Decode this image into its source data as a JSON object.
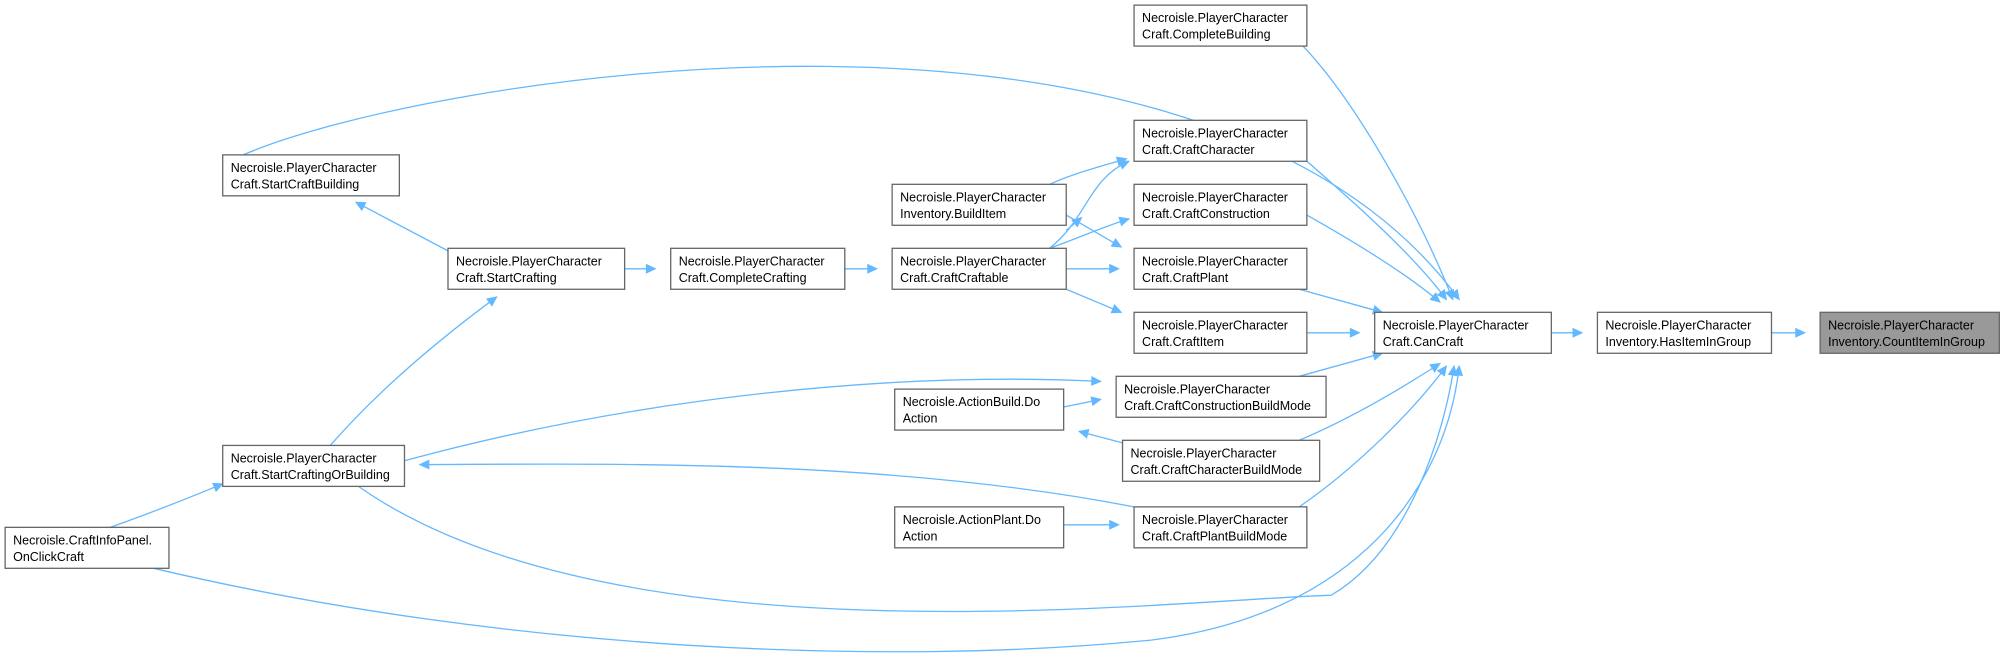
{
  "graph": {
    "nodes": [
      {
        "id": "count",
        "lines": [
          "Necroisle.PlayerCharacter",
          "Inventory.CountItemInGroup"
        ],
        "focus": true
      },
      {
        "id": "hasitem",
        "lines": [
          "Necroisle.PlayerCharacter",
          "Inventory.HasItemInGroup"
        ]
      },
      {
        "id": "cancraft",
        "lines": [
          "Necroisle.PlayerCharacter",
          "Craft.CanCraft"
        ]
      },
      {
        "id": "completebuilding",
        "lines": [
          "Necroisle.PlayerCharacter",
          "Craft.CompleteBuilding"
        ]
      },
      {
        "id": "craftcharacter",
        "lines": [
          "Necroisle.PlayerCharacter",
          "Craft.CraftCharacter"
        ]
      },
      {
        "id": "craftconstruction",
        "lines": [
          "Necroisle.PlayerCharacter",
          "Craft.CraftConstruction"
        ]
      },
      {
        "id": "craftplant",
        "lines": [
          "Necroisle.PlayerCharacter",
          "Craft.CraftPlant"
        ]
      },
      {
        "id": "craftitem",
        "lines": [
          "Necroisle.PlayerCharacter",
          "Craft.CraftItem"
        ]
      },
      {
        "id": "constructionbm",
        "lines": [
          "Necroisle.PlayerCharacter",
          "Craft.CraftConstructionBuildMode"
        ]
      },
      {
        "id": "characterbm",
        "lines": [
          "Necroisle.PlayerCharacter",
          "Craft.CraftCharacterBuildMode"
        ]
      },
      {
        "id": "plantbm",
        "lines": [
          "Necroisle.PlayerCharacter",
          "Craft.CraftPlantBuildMode"
        ]
      },
      {
        "id": "builditem",
        "lines": [
          "Necroisle.PlayerCharacter",
          "Inventory.BuildItem"
        ]
      },
      {
        "id": "craftcraftable",
        "lines": [
          "Necroisle.PlayerCharacter",
          "Craft.CraftCraftable"
        ]
      },
      {
        "id": "actionbuild",
        "lines": [
          "Necroisle.ActionBuild.Do",
          "Action"
        ]
      },
      {
        "id": "actionplant",
        "lines": [
          "Necroisle.ActionPlant.Do",
          "Action"
        ]
      },
      {
        "id": "completecrafting",
        "lines": [
          "Necroisle.PlayerCharacter",
          "Craft.CompleteCrafting"
        ]
      },
      {
        "id": "startcrafting",
        "lines": [
          "Necroisle.PlayerCharacter",
          "Craft.StartCrafting"
        ]
      },
      {
        "id": "startcraftbuilding",
        "lines": [
          "Necroisle.PlayerCharacter",
          "Craft.StartCraftBuilding"
        ]
      },
      {
        "id": "startcraftingorbuilding",
        "lines": [
          "Necroisle.PlayerCharacter",
          "Craft.StartCraftingOrBuilding"
        ]
      },
      {
        "id": "craftinfopanel",
        "lines": [
          "Necroisle.CraftInfoPanel.",
          "OnClickCraft"
        ]
      }
    ],
    "edges": [
      {
        "from": "hasitem",
        "to": "count"
      },
      {
        "from": "cancraft",
        "to": "hasitem"
      },
      {
        "from": "completebuilding",
        "to": "cancraft"
      },
      {
        "from": "craftcharacter",
        "to": "cancraft"
      },
      {
        "from": "craftconstruction",
        "to": "cancraft"
      },
      {
        "from": "craftplant",
        "to": "cancraft"
      },
      {
        "from": "craftitem",
        "to": "cancraft"
      },
      {
        "from": "constructionbm",
        "to": "cancraft"
      },
      {
        "from": "characterbm",
        "to": "cancraft"
      },
      {
        "from": "plantbm",
        "to": "cancraft"
      },
      {
        "from": "startcraftbuilding",
        "to": "cancraft"
      },
      {
        "from": "startcraftingorbuilding",
        "to": "cancraft"
      },
      {
        "from": "craftinfopanel",
        "to": "cancraft"
      },
      {
        "from": "builditem",
        "to": "craftcharacter"
      },
      {
        "from": "builditem",
        "to": "craftplant"
      },
      {
        "from": "craftcraftable",
        "to": "craftcharacter"
      },
      {
        "from": "craftcraftable",
        "to": "craftconstruction"
      },
      {
        "from": "craftcraftable",
        "to": "craftplant"
      },
      {
        "from": "craftcraftable",
        "to": "craftitem"
      },
      {
        "from": "craftcraftable",
        "to": "builditem"
      },
      {
        "from": "actionbuild",
        "to": "constructionbm"
      },
      {
        "from": "characterbm",
        "to": "actionbuild"
      },
      {
        "from": "startcraftingorbuilding",
        "to": "constructionbm"
      },
      {
        "from": "actionplant",
        "to": "plantbm"
      },
      {
        "from": "plantbm",
        "to": "startcraftingorbuilding"
      },
      {
        "from": "completecrafting",
        "to": "craftcraftable"
      },
      {
        "from": "startcrafting",
        "to": "completecrafting"
      },
      {
        "from": "startcrafting",
        "to": "startcraftbuilding"
      },
      {
        "from": "startcraftingorbuilding",
        "to": "startcrafting"
      },
      {
        "from": "craftinfopanel",
        "to": "startcraftingorbuilding"
      }
    ]
  }
}
